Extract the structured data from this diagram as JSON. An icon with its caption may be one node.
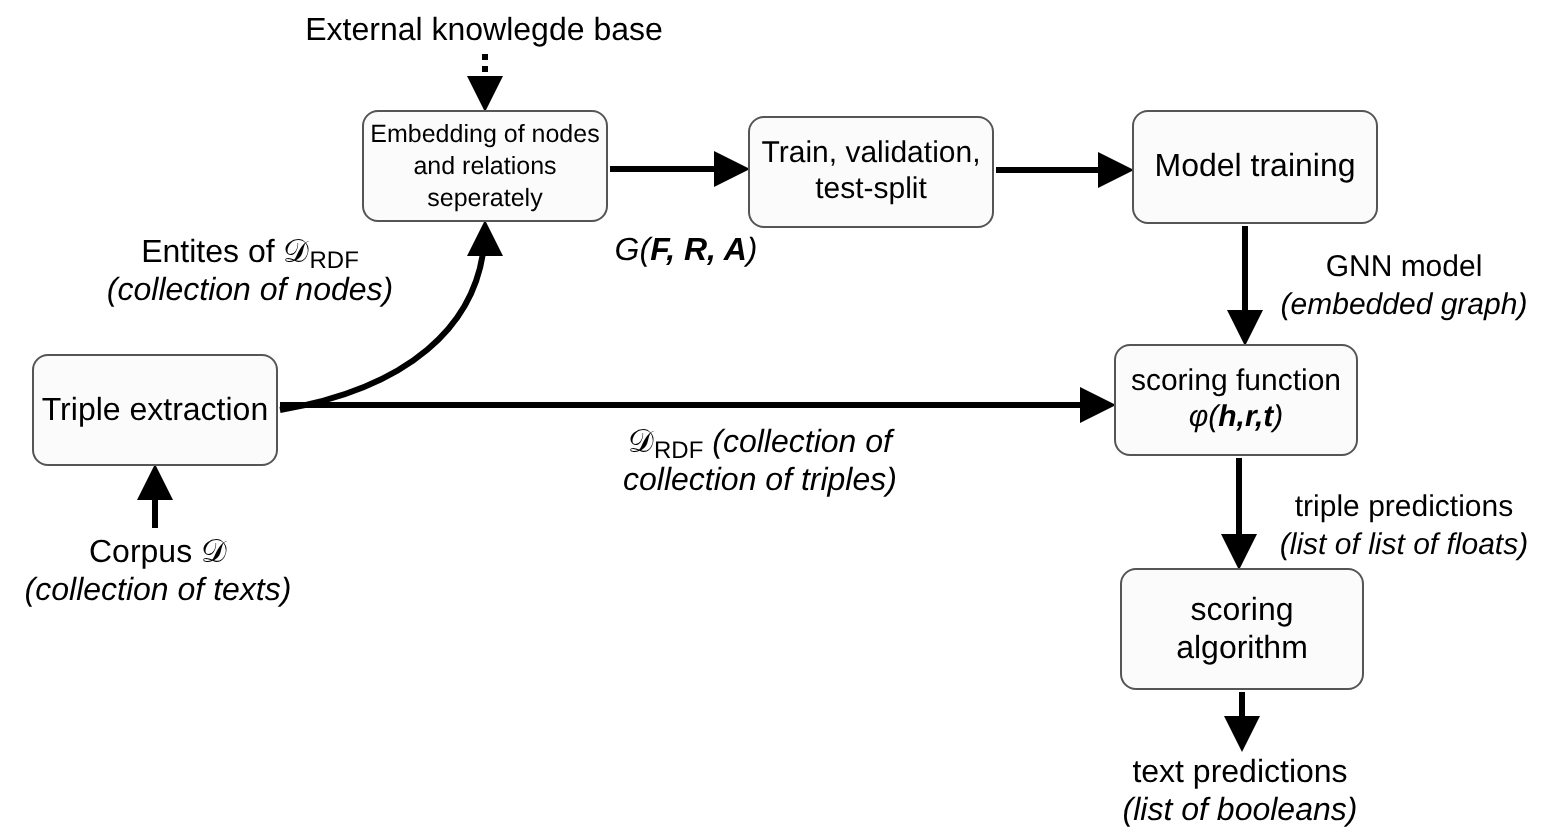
{
  "diagram": {
    "nodes": [
      {
        "text": [
          "External knowlegde base"
        ]
      },
      {
        "text": [
          "Embedding of nodes and relations seperately"
        ]
      },
      {
        "text": [
          "Train, validation, test-split"
        ]
      },
      {
        "text": [
          "Model training"
        ]
      },
      {
        "text": [
          "Triple extraction"
        ]
      },
      {
        "text": [
          "scoring function",
          "φ(**h,r,t**)"
        ]
      },
      {
        "text": [
          "Corpus 𝒟",
          "(collection of texts)"
        ]
      },
      {
        "text": [
          "scoring algorithm"
        ]
      },
      {
        "text": [
          "text predictions",
          "(list of booleans)"
        ]
      }
    ],
    "edges": [
      {
        "from": 0,
        "to": 1,
        "arrow": "to",
        "style": "dashed"
      },
      {
        "from": 1,
        "to": 2,
        "arrow": "to",
        "label": "G(**F, R, A**)"
      },
      {
        "from": 2,
        "to": 3,
        "arrow": "to"
      },
      {
        "from": 3,
        "to": 5,
        "arrow": "to",
        "label": "GNN model *(embedded graph)*"
      },
      {
        "from": 4,
        "to": 1,
        "arrow": "to",
        "label": "Entites of 𝒟$_{RDF}$ *(collection of nodes)*"
      },
      {
        "from": 4,
        "to": 5,
        "arrow": "to",
        "label": "𝒟$_{RDF}$ *(collection of collection of triples)*"
      },
      {
        "from": 6,
        "to": 4,
        "arrow": "to"
      },
      {
        "from": 5,
        "to": 7,
        "arrow": "to",
        "label": "triple predictions *(list of list of floats)*"
      },
      {
        "from": 7,
        "to": 8,
        "arrow": "to"
      }
    ]
  }
}
